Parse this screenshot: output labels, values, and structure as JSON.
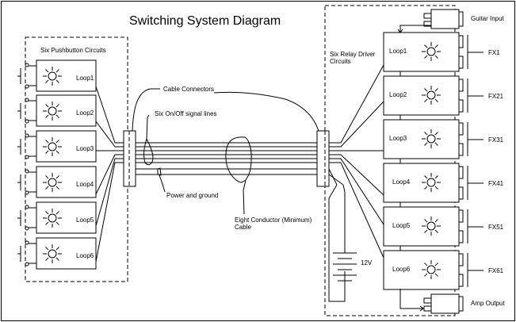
{
  "title": "Switching System Diagram",
  "pushbutton_group": {
    "label": "Six Pushbutton Circuits",
    "loops": [
      "Loop1",
      "Loop2",
      "Loop3",
      "Loop4",
      "Loop5",
      "Loop6"
    ]
  },
  "relay_group": {
    "label_line1": "Six Relay Driver",
    "label_line2": "Circuits",
    "loops": [
      "Loop1",
      "Loop2",
      "Loop3",
      "Loop4",
      "Loop5",
      "Loop6"
    ],
    "fx_labels": [
      "FX1",
      "FX21",
      "FX31",
      "FX41",
      "FX51",
      "FX61"
    ]
  },
  "annotations": {
    "cable_connectors": "Cable Connectors",
    "signal_lines": "Six On/Off signal lines",
    "power_ground": "Power and ground",
    "cable_line1": "Eight Conductor (Minimum)",
    "cable_line2": "Cable"
  },
  "io": {
    "guitar_input": "Guitar Input",
    "amp_output": "Amp Output"
  },
  "battery": {
    "voltage": "12V"
  },
  "colors": {
    "line": "#000000",
    "background": "#ffffff"
  }
}
